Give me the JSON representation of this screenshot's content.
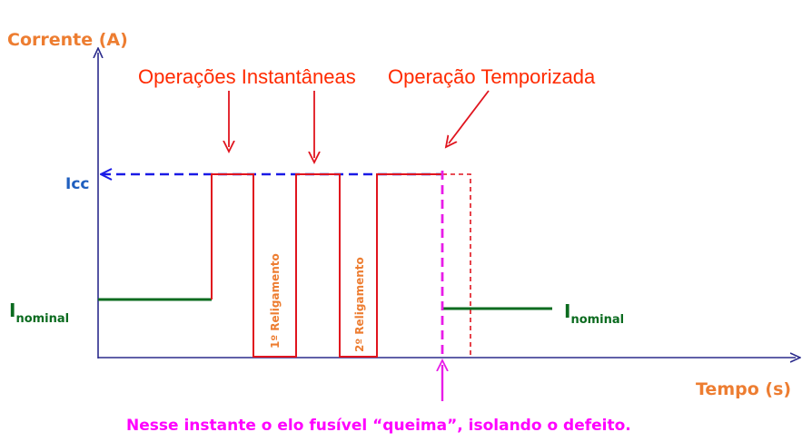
{
  "labels": {
    "y_axis": "Corrente (A)",
    "x_axis": "Tempo (s)",
    "instant_ops": "Operações Instantâneas",
    "timed_op": "Operação Temporizada",
    "icc": "Icc",
    "i_nominal_main": "I",
    "i_nominal_sub": "nominal",
    "reclose_1": "1º  Religamento",
    "reclose_2": "2º  Religamento",
    "note": "Nesse instante o elo fusível “queima”, isolando o defeito."
  },
  "colors": {
    "axis": "#2B2B8C",
    "pulse": "#E0141E",
    "icc_line": "#1A1AE6",
    "nominal_line": "#0B6B1F",
    "fuse_marker": "#E81CE8",
    "axis_label": "#ED7D31",
    "annotation": "#FF2A00"
  }
}
